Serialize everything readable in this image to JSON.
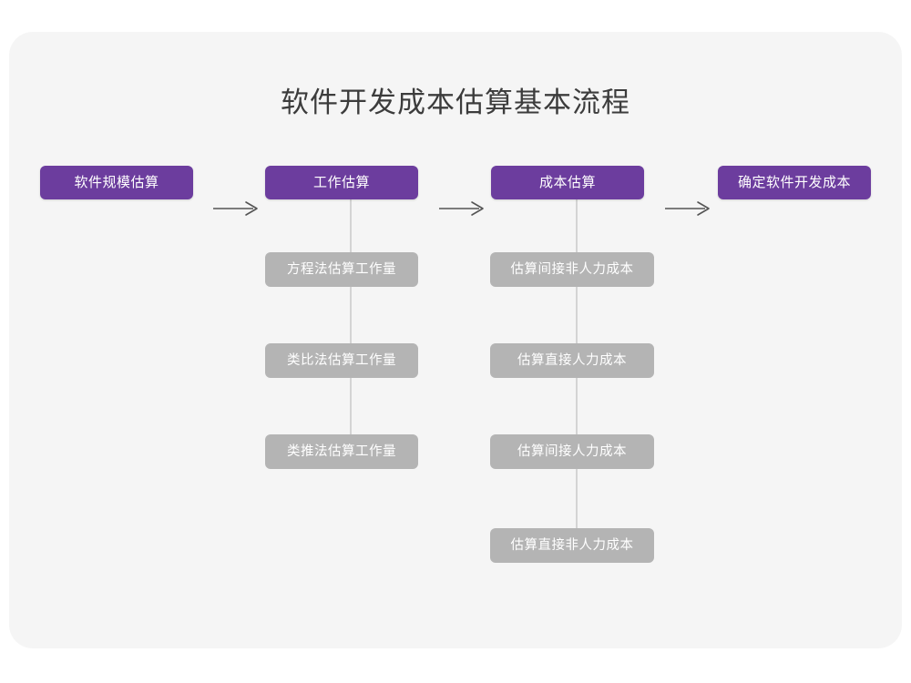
{
  "diagram": {
    "title": "软件开发成本估算基本流程",
    "colors": {
      "canvas": "#ffffff",
      "card": "#f5f5f5",
      "stage_purple": "#6c3d9e",
      "substep_gray": "#b4b4b4",
      "connector_gray": "#d4d4d4",
      "title_text": "#3c3c3c",
      "box_text": "#ffffff"
    },
    "stages": [
      {
        "label": "软件规模估算"
      },
      {
        "label": "工作估算"
      },
      {
        "label": "成本估算"
      },
      {
        "label": "确定软件开发成本"
      }
    ],
    "arrows": [
      {
        "name": "arrow-right-icon"
      },
      {
        "name": "arrow-right-icon"
      },
      {
        "name": "arrow-right-icon"
      }
    ],
    "branches": [
      {
        "parent": "工作估算",
        "substeps": [
          "方程法估算工作量",
          "类比法估算工作量",
          "类推法估算工作量"
        ]
      },
      {
        "parent": "成本估算",
        "substeps": [
          "估算间接非人力成本",
          "估算直接人力成本",
          "估算间接人力成本",
          "估算直接非人力成本"
        ]
      }
    ]
  }
}
